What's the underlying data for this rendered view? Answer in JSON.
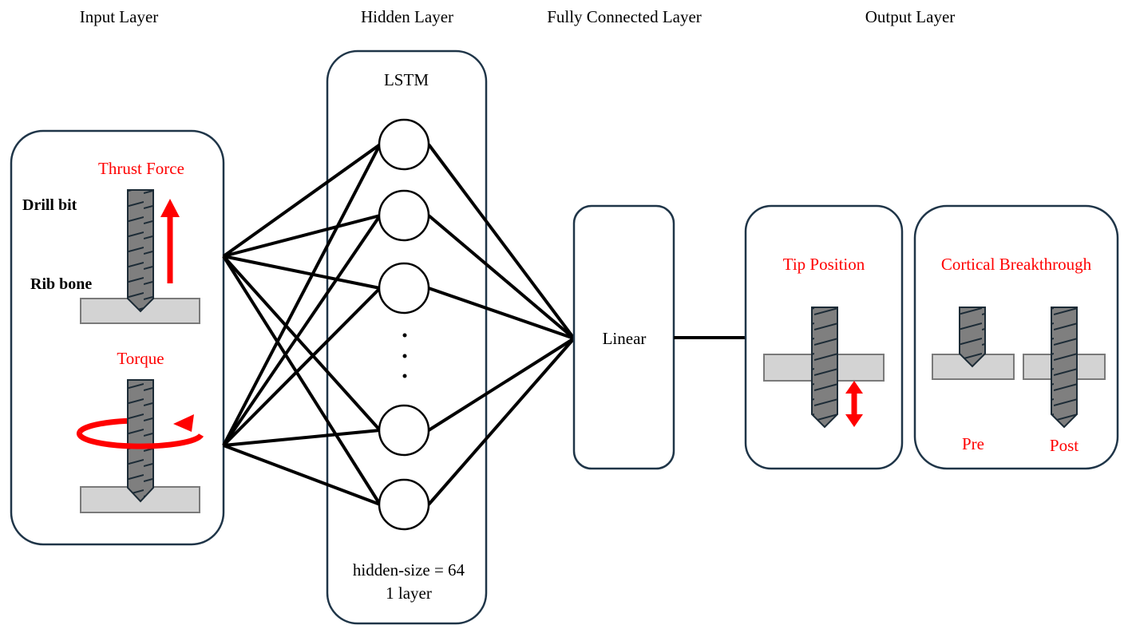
{
  "headers": {
    "input": "Input Layer",
    "hidden": "Hidden Layer",
    "fc": "Fully Connected Layer",
    "output": "Output Layer"
  },
  "input": {
    "thrust_label": "Thrust Force",
    "drill_label": "Drill bit",
    "rib_label": "Rib bone",
    "torque_label": "Torque"
  },
  "hidden": {
    "title": "LSTM",
    "ellipsis": ". . .",
    "size_text": "hidden-size = 64",
    "layers_text": "1 layer"
  },
  "fc": {
    "label": "Linear"
  },
  "output": {
    "tip_title": "Tip Position",
    "breakthrough_title": "Cortical Breakthrough",
    "pre_label": "Pre",
    "post_label": "Post"
  },
  "colors": {
    "accent": "#ff0000",
    "box_stroke": "#1f3548",
    "drill_fill": "#7f7f7f",
    "bone_fill": "#d3d3d3"
  }
}
